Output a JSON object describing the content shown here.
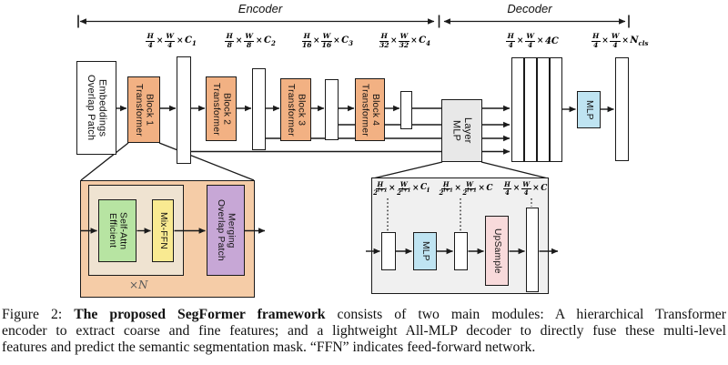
{
  "header": {
    "encoder": "Encoder",
    "decoder": "Decoder"
  },
  "encoder": {
    "ope": [
      "Overlap Patch",
      "Embeddings"
    ],
    "tb1": [
      "Transformer",
      "Block 1"
    ],
    "tb2": [
      "Transformer",
      "Block 2"
    ],
    "tb3": [
      "Transformer",
      "Block 3"
    ],
    "tb4": [
      "Transformer",
      "Block 4"
    ]
  },
  "decoder": {
    "mlp_layer": [
      "MLP",
      "Layer"
    ],
    "mlp": "MLP"
  },
  "tb_detail": {
    "esa": [
      "Efficient",
      "Self-Attn"
    ],
    "ffn": "Mix-FFN",
    "opm": [
      "Overlap Patch",
      "Merging"
    ],
    "repeat": "×N"
  },
  "mlp_detail": {
    "mlp": "MLP",
    "upsample": "UpSample"
  },
  "dims": {
    "enc1": [
      {
        "f": [
          "H",
          "4"
        ]
      },
      {
        "x": 1
      },
      {
        "f": [
          "W",
          "4"
        ]
      },
      {
        "x": 1
      },
      {
        "b": "C",
        "s": "1"
      }
    ],
    "enc2": [
      {
        "f": [
          "H",
          "8"
        ]
      },
      {
        "x": 1
      },
      {
        "f": [
          "W",
          "8"
        ]
      },
      {
        "x": 1
      },
      {
        "b": "C",
        "s": "2"
      }
    ],
    "enc3": [
      {
        "f": [
          "H",
          "16"
        ]
      },
      {
        "x": 1
      },
      {
        "f": [
          "W",
          "16"
        ]
      },
      {
        "x": 1
      },
      {
        "b": "C",
        "s": "3"
      }
    ],
    "enc4": [
      {
        "f": [
          "H",
          "32"
        ]
      },
      {
        "x": 1
      },
      {
        "f": [
          "W",
          "32"
        ]
      },
      {
        "x": 1
      },
      {
        "b": "C",
        "s": "4"
      }
    ],
    "dec_fuse": [
      {
        "f": [
          "H",
          "4"
        ]
      },
      {
        "x": 1
      },
      {
        "f": [
          "W",
          "4"
        ]
      },
      {
        "x": 1
      },
      {
        "v": "4C"
      }
    ],
    "dec_out": [
      {
        "f": [
          "H",
          "4"
        ]
      },
      {
        "x": 1
      },
      {
        "f": [
          "W",
          "4"
        ]
      },
      {
        "x": 1
      },
      {
        "b": "N",
        "s": "cls"
      }
    ],
    "det1": [
      {
        "f": [
          "H",
          "2",
          "i+1"
        ]
      },
      {
        "x": 1
      },
      {
        "f": [
          "W",
          "2",
          "i+1"
        ]
      },
      {
        "x": 1
      },
      {
        "b": "C",
        "s": "i"
      }
    ],
    "det2": [
      {
        "f": [
          "H",
          "2",
          "i+1"
        ]
      },
      {
        "x": 1
      },
      {
        "f": [
          "W",
          "2",
          "i+1"
        ]
      },
      {
        "x": 1
      },
      {
        "v": "C"
      }
    ],
    "det3": [
      {
        "f": [
          "H",
          "4"
        ]
      },
      {
        "x": 1
      },
      {
        "f": [
          "W",
          "4"
        ]
      },
      {
        "x": 1
      },
      {
        "v": "C"
      }
    ]
  },
  "caption": {
    "figure_label": "Figure 2: ",
    "bold": "The proposed SegFormer framework",
    "line1_rest": " consists of two main modules: A hierarchical Transformer",
    "line2": "encoder to extract coarse and fine features; and a lightweight All-MLP decoder to directly fuse these multi-level",
    "line3": "features and predict the semantic segmentation mask. “FFN” indicates feed-forward network."
  },
  "colors": {
    "block_orange": "#F2B183",
    "detail_peach": "#F5CCA7",
    "detail_cream": "#EFE3D1",
    "esa_green": "#B7E4A2",
    "ffn_yellow": "#F9EA91",
    "opm_purple": "#C7A7D6",
    "mlp_blue": "#BFE4F2",
    "upsample_pink": "#F8DADB",
    "mlp_layer_gray": "#E8E8E8",
    "detail_gray": "#F0F0F0",
    "line_black": "#1a1a1a"
  }
}
